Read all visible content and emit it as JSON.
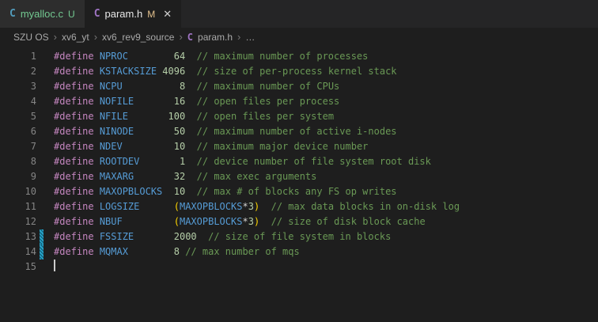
{
  "tabs": [
    {
      "icon": "C",
      "label": "myalloc.c",
      "badge": "U",
      "state": "inactive"
    },
    {
      "icon": "C",
      "label": "param.h",
      "badge": "M",
      "close": "✕",
      "state": "active"
    }
  ],
  "breadcrumb": {
    "separator": "›",
    "items": [
      {
        "label": "SZU OS"
      },
      {
        "label": "xv6_yt"
      },
      {
        "label": "xv6_rev9_source"
      },
      {
        "label": "param.h",
        "icon": "C"
      },
      {
        "label": "…"
      }
    ]
  },
  "colors": {
    "editor_bg": "#1e1e1e",
    "tabbar_bg": "#252526",
    "inactive_tab_bg": "#2d2d2d",
    "untracked_green": "#73c991",
    "modified_orange": "#e2c08d",
    "c_icon_blue": "#519aba",
    "h_icon_purple": "#a074c4",
    "directive": "#c586c0",
    "macro": "#569cd6",
    "number": "#b5cea8",
    "comment": "#6a9955",
    "paren": "#ffd700",
    "line_number": "#858585",
    "modified_gutter": "#1b81a8"
  },
  "editor": {
    "modified_lines": [
      13,
      14
    ],
    "lines": [
      {
        "num": 1,
        "tokens": [
          [
            "d",
            "#define"
          ],
          [
            "t",
            " "
          ],
          [
            "m",
            "NPROC"
          ],
          [
            "t",
            "        "
          ],
          [
            "n",
            "64"
          ],
          [
            "t",
            "  "
          ],
          [
            "c",
            "// maximum number of processes"
          ]
        ]
      },
      {
        "num": 2,
        "tokens": [
          [
            "d",
            "#define"
          ],
          [
            "t",
            " "
          ],
          [
            "m",
            "KSTACKSIZE"
          ],
          [
            "t",
            " "
          ],
          [
            "n",
            "4096"
          ],
          [
            "t",
            "  "
          ],
          [
            "c",
            "// size of per-process kernel stack"
          ]
        ]
      },
      {
        "num": 3,
        "tokens": [
          [
            "d",
            "#define"
          ],
          [
            "t",
            " "
          ],
          [
            "m",
            "NCPU"
          ],
          [
            "t",
            "          "
          ],
          [
            "n",
            "8"
          ],
          [
            "t",
            "  "
          ],
          [
            "c",
            "// maximum number of CPUs"
          ]
        ]
      },
      {
        "num": 4,
        "tokens": [
          [
            "d",
            "#define"
          ],
          [
            "t",
            " "
          ],
          [
            "m",
            "NOFILE"
          ],
          [
            "t",
            "       "
          ],
          [
            "n",
            "16"
          ],
          [
            "t",
            "  "
          ],
          [
            "c",
            "// open files per process"
          ]
        ]
      },
      {
        "num": 5,
        "tokens": [
          [
            "d",
            "#define"
          ],
          [
            "t",
            " "
          ],
          [
            "m",
            "NFILE"
          ],
          [
            "t",
            "       "
          ],
          [
            "n",
            "100"
          ],
          [
            "t",
            "  "
          ],
          [
            "c",
            "// open files per system"
          ]
        ]
      },
      {
        "num": 6,
        "tokens": [
          [
            "d",
            "#define"
          ],
          [
            "t",
            " "
          ],
          [
            "m",
            "NINODE"
          ],
          [
            "t",
            "       "
          ],
          [
            "n",
            "50"
          ],
          [
            "t",
            "  "
          ],
          [
            "c",
            "// maximum number of active i-nodes"
          ]
        ]
      },
      {
        "num": 7,
        "tokens": [
          [
            "d",
            "#define"
          ],
          [
            "t",
            " "
          ],
          [
            "m",
            "NDEV"
          ],
          [
            "t",
            "         "
          ],
          [
            "n",
            "10"
          ],
          [
            "t",
            "  "
          ],
          [
            "c",
            "// maximum major device number"
          ]
        ]
      },
      {
        "num": 8,
        "tokens": [
          [
            "d",
            "#define"
          ],
          [
            "t",
            " "
          ],
          [
            "m",
            "ROOTDEV"
          ],
          [
            "t",
            "       "
          ],
          [
            "n",
            "1"
          ],
          [
            "t",
            "  "
          ],
          [
            "c",
            "// device number of file system root disk"
          ]
        ]
      },
      {
        "num": 9,
        "tokens": [
          [
            "d",
            "#define"
          ],
          [
            "t",
            " "
          ],
          [
            "m",
            "MAXARG"
          ],
          [
            "t",
            "       "
          ],
          [
            "n",
            "32"
          ],
          [
            "t",
            "  "
          ],
          [
            "c",
            "// max exec arguments"
          ]
        ]
      },
      {
        "num": 10,
        "tokens": [
          [
            "d",
            "#define"
          ],
          [
            "t",
            " "
          ],
          [
            "m",
            "MAXOPBLOCKS"
          ],
          [
            "t",
            "  "
          ],
          [
            "n",
            "10"
          ],
          [
            "t",
            "  "
          ],
          [
            "c",
            "// max # of blocks any FS op writes"
          ]
        ]
      },
      {
        "num": 11,
        "tokens": [
          [
            "d",
            "#define"
          ],
          [
            "t",
            " "
          ],
          [
            "m",
            "LOGSIZE"
          ],
          [
            "t",
            "      "
          ],
          [
            "p",
            "("
          ],
          [
            "m",
            "MAXOPBLOCKS"
          ],
          [
            "o",
            "*"
          ],
          [
            "n",
            "3"
          ],
          [
            "p",
            ")"
          ],
          [
            "t",
            "  "
          ],
          [
            "c",
            "// max data blocks in on-disk log"
          ]
        ]
      },
      {
        "num": 12,
        "tokens": [
          [
            "d",
            "#define"
          ],
          [
            "t",
            " "
          ],
          [
            "m",
            "NBUF"
          ],
          [
            "t",
            "         "
          ],
          [
            "p",
            "("
          ],
          [
            "m",
            "MAXOPBLOCKS"
          ],
          [
            "o",
            "*"
          ],
          [
            "n",
            "3"
          ],
          [
            "p",
            ")"
          ],
          [
            "t",
            "  "
          ],
          [
            "c",
            "// size of disk block cache"
          ]
        ]
      },
      {
        "num": 13,
        "tokens": [
          [
            "d",
            "#define"
          ],
          [
            "t",
            " "
          ],
          [
            "m",
            "FSSIZE"
          ],
          [
            "t",
            "       "
          ],
          [
            "n",
            "2000"
          ],
          [
            "t",
            "  "
          ],
          [
            "c",
            "// size of file system in blocks"
          ]
        ]
      },
      {
        "num": 14,
        "tokens": [
          [
            "d",
            "#define"
          ],
          [
            "t",
            " "
          ],
          [
            "m",
            "MQMAX"
          ],
          [
            "t",
            "        "
          ],
          [
            "n",
            "8"
          ],
          [
            "t",
            " "
          ],
          [
            "c",
            "// max number of mqs"
          ]
        ]
      },
      {
        "num": 15,
        "tokens": [],
        "cursor": true
      }
    ]
  }
}
